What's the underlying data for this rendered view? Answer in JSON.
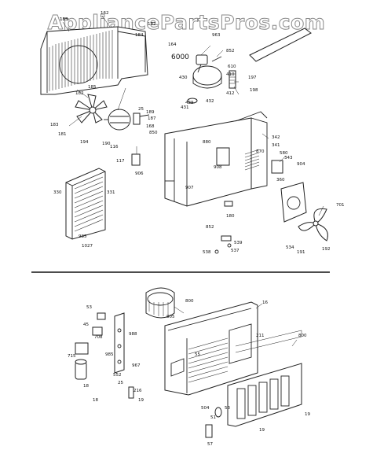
{
  "watermark": "AppliancePartsPros.com",
  "callouts": {
    "model_group": "6000",
    "upper": [
      "183",
      "162",
      "184",
      "185",
      "182",
      "183",
      "181",
      "194",
      "190",
      "25",
      "189",
      "187",
      "168",
      "850",
      "116",
      "906",
      "117",
      "330",
      "331",
      "985",
      "1027",
      "182",
      "430",
      "610",
      "410",
      "412",
      "429",
      "431",
      "432",
      "197",
      "198",
      "852",
      "963",
      "342",
      "341",
      "880",
      "870",
      "580",
      "908",
      "360",
      "343",
      "904",
      "907",
      "701",
      "180",
      "852",
      "539",
      "537",
      "538",
      "534",
      "191",
      "192",
      "164",
      "185"
    ],
    "lower": [
      "800",
      "805",
      "53",
      "45",
      "708",
      "715",
      "985",
      "988",
      "967",
      "18",
      "18",
      "25",
      "19",
      "16",
      "211",
      "800",
      "55",
      "504",
      "51",
      "53",
      "57",
      "19",
      "19",
      "552",
      "216"
    ]
  }
}
